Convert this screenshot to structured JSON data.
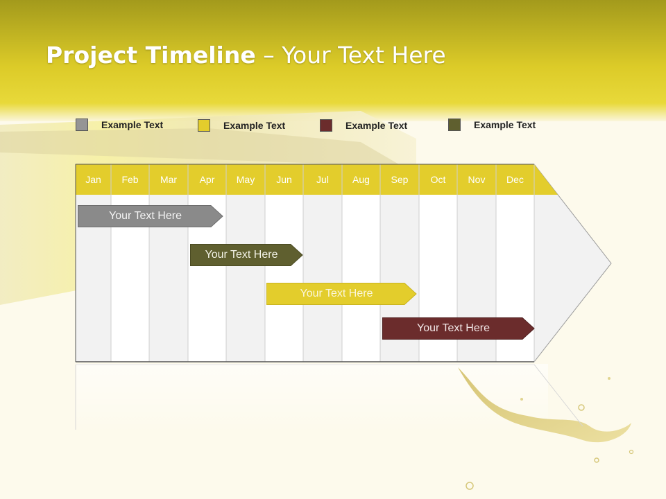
{
  "slide": {
    "title_bold": "Project Timeline",
    "title_rest": " – Your Text Here"
  },
  "legend": [
    {
      "label": "Example Text",
      "color": "#959595"
    },
    {
      "label": "Example Text",
      "color": "#e3cd2c"
    },
    {
      "label": "Example Text",
      "color": "#6b2c2c"
    },
    {
      "label": "Example Text",
      "color": "#5f5f2f"
    }
  ],
  "months": [
    "Jan",
    "Feb",
    "Mar",
    "Apr",
    "May",
    "Jun",
    "Jul",
    "Aug",
    "Sep",
    "Oct",
    "Nov",
    "Dec"
  ],
  "bars": [
    {
      "label": "Your  Text Here",
      "color": "#8a8a8a"
    },
    {
      "label": "Your  Text Here",
      "color": "#5f5f2f"
    },
    {
      "label": "Your  Text Here",
      "color": "#e3cd2c"
    },
    {
      "label": "Your  Text Here",
      "color": "#6b2c2c"
    }
  ],
  "colors": {
    "header_top": "#a39a1c",
    "header_mid": "#e2d22a",
    "month_bar": "#e3cd2c",
    "grid_line": "#cfcfcf"
  }
}
